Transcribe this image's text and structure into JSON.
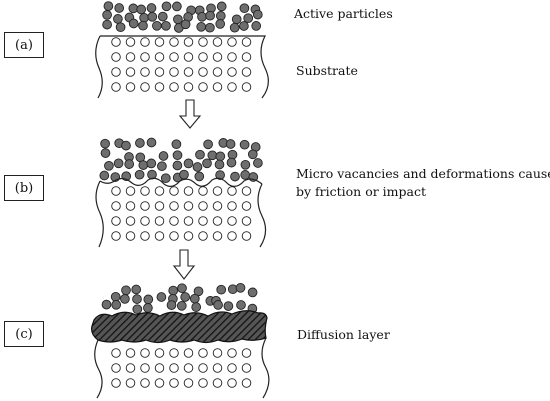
{
  "panels": [
    {
      "id": "a",
      "tag": "(a)"
    },
    {
      "id": "b",
      "tag": "(b)"
    },
    {
      "id": "c",
      "tag": "(c)"
    }
  ],
  "labels": {
    "active_particles": "Active particles",
    "substrate": "Substrate",
    "micro_line1": "Micro vacancies and deformations caused",
    "micro_line2": "by friction or impact",
    "diffusion_layer": "Diffusion layer"
  },
  "colors": {
    "particle_fill": "#6e6e6e",
    "line": "#222222",
    "substrate_circle_fill": "#ffffff",
    "hatch_fill": "#3a3a3a"
  }
}
